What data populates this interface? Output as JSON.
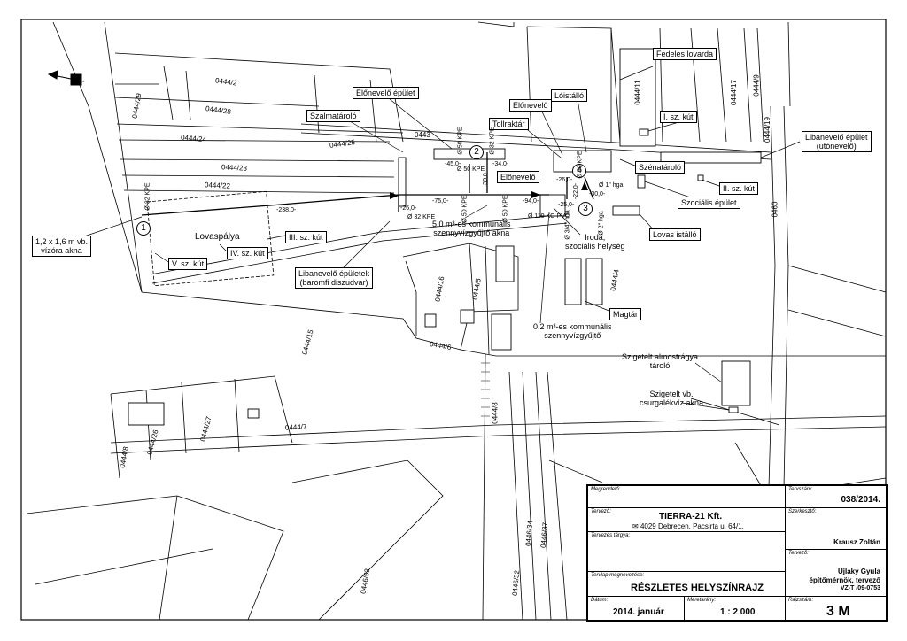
{
  "labels": {
    "elonevelo_epulet": "Előnevelő épület",
    "szalmatarolo": "Szalmatároló",
    "toll_raktar": "Tollraktár",
    "elonevelo_top": "Előnevelő",
    "loistallo": "Lóistálló",
    "fedeles_lovarda": "Fedeles lovarda",
    "kut_i": "I. sz. kút",
    "libanevelo_epulet": "Libanevelő épület",
    "utonevelo": "(utónevelő)",
    "szenatarolo": "Szénatároló",
    "elonevelo_mid": "Előnevelő",
    "kut_ii": "II. sz. kút",
    "szocialis_epulet": "Szociális épület",
    "lovas_istallo": "Lovas istálló",
    "vizora_1": "1,2 x 1,6 m vb.",
    "vizora_2": "vízóra akna",
    "lovaspalya": "Lovaspálya",
    "kut_iii": "III. sz. kút",
    "kut_iv": "IV. sz. kút",
    "kut_v": "V. sz. kút",
    "libanevelo_epuletek": "Libanevelő épületek",
    "baromfi": "(baromfi diszudvar)",
    "gyujto_5_1": "5,0 m³-es kommunális",
    "gyujto_5_2": "szennyvízgyűjtő akna",
    "iroda_1": "Iroda,",
    "iroda_2": "szociális helység",
    "magtar": "Magtár",
    "gyujto_02_1": "0,2 m³-es kommunális",
    "gyujto_02_2": "szennyvízgyűjtő",
    "almos_1": "Szigetelt almostrágya",
    "almos_2": "tároló",
    "csurg_1": "Szigetelt vb.",
    "csurg_2": "csurgalékvíz akna"
  },
  "parcels": [
    "0444/29",
    "0444/2",
    "0444/28",
    "0444/24",
    "0444/25",
    "0444/23",
    "0444/22",
    "0443",
    "0444/16",
    "0444/5",
    "0444/4",
    "0444/6",
    "0444/15",
    "0444/27",
    "0444/26",
    "0444/8",
    "0444/7",
    "0446/53",
    "0446/32",
    "0446/34",
    "0446/37",
    "0444/8",
    "0444/11",
    "0444/17",
    "0444/9",
    "0444/19",
    "0460"
  ],
  "dims": [
    "Ø 32 KPE",
    "Ø 50 KPE",
    "Ø 32 KPE",
    "Ø 50 KPE",
    "-45,0-",
    "-34,0-",
    "-30,0-",
    "-238,0-",
    "-26,0-",
    "Ø 32 KPE",
    "-75,0-",
    "Ø 50 KPE",
    "Ø 50 KPE",
    "-94,0-",
    "Ø 110 KG PVC",
    "-25,0-",
    "-26,0-",
    "-22,0-",
    "-30,0-",
    "Ø 1\" hga",
    "Ø 3/4\" hga",
    "Ø 2\" hga",
    "Ø 50 KPE"
  ],
  "circles": [
    "1",
    "2",
    "3",
    "4"
  ],
  "titleblock": {
    "megrendelo_cap": "Megrendelő:",
    "tervszam_cap": "Tervszám:",
    "tervszam": "038/2014.",
    "tervezo_cap": "Tervező:",
    "company": "TIERRA-21 Kft.",
    "address": "4029 Debrecen, Pacsirta u. 64/1.",
    "szerkeszto_cap": "Szerkesztő:",
    "szerkeszto": "Krausz Zoltán",
    "targy_cap": "Tervezés tárgya:",
    "tervezo2_cap": "Tervező:",
    "tervezo_name": "Ujlaky Gyula",
    "tervezo_role": "építőmérnök, tervező",
    "tervezo_reg": "VZ-T /09-0753",
    "megnevezes_cap": "Tervlap megnevezése:",
    "megnevezes": "RÉSZLETES HELYSZÍNRAJZ",
    "datum_cap": "Dátum:",
    "datum": "2014. január",
    "meretarany_cap": "Méretarány:",
    "meretarany": "1 : 2 000",
    "rajzszam_cap": "Rajzszám:",
    "rajzszam": "3 M"
  }
}
